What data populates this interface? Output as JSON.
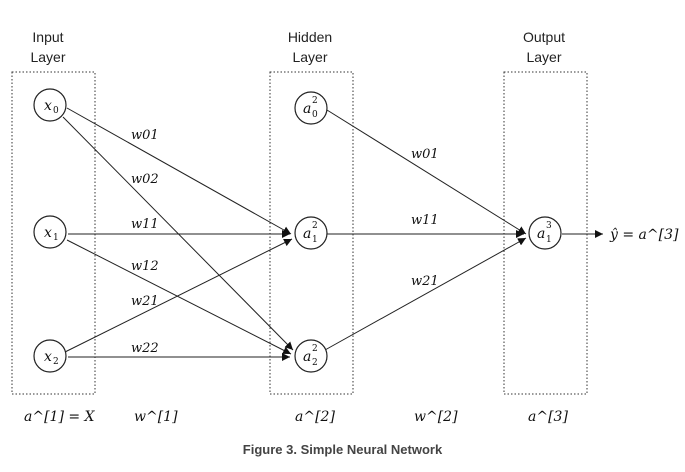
{
  "layers": [
    {
      "title_line1": "Input",
      "title_line2": "Layer",
      "bottom_label": "a^[1] = X"
    },
    {
      "title_line1": "Hidden",
      "title_line2": "Layer",
      "bottom_label": "a^[2]"
    },
    {
      "title_line1": "Output",
      "title_line2": "Layer",
      "bottom_label": "a^[3]"
    }
  ],
  "nodes": {
    "x0": {
      "base": "x",
      "sub": "0",
      "sup": ""
    },
    "x1": {
      "base": "x",
      "sub": "1",
      "sup": ""
    },
    "x2": {
      "base": "x",
      "sub": "2",
      "sup": ""
    },
    "h0": {
      "base": "a",
      "sub": "0",
      "sup": "2"
    },
    "h1": {
      "base": "a",
      "sub": "1",
      "sup": "2"
    },
    "h2": {
      "base": "a",
      "sub": "2",
      "sup": "2"
    },
    "o1": {
      "base": "a",
      "sub": "1",
      "sup": "3"
    }
  },
  "weights_in": {
    "w01": "w01",
    "w02": "w02",
    "w11": "w11",
    "w12": "w12",
    "w21": "w21",
    "w22": "w22"
  },
  "weights_out": {
    "w01": "w01",
    "w11": "w11",
    "w21": "w21"
  },
  "weight_matrix_labels": {
    "w1": "w^[1]",
    "w2": "w^[2]"
  },
  "output_label": "ŷ = a^[3]",
  "caption": "Figure 3. Simple Neural Network"
}
